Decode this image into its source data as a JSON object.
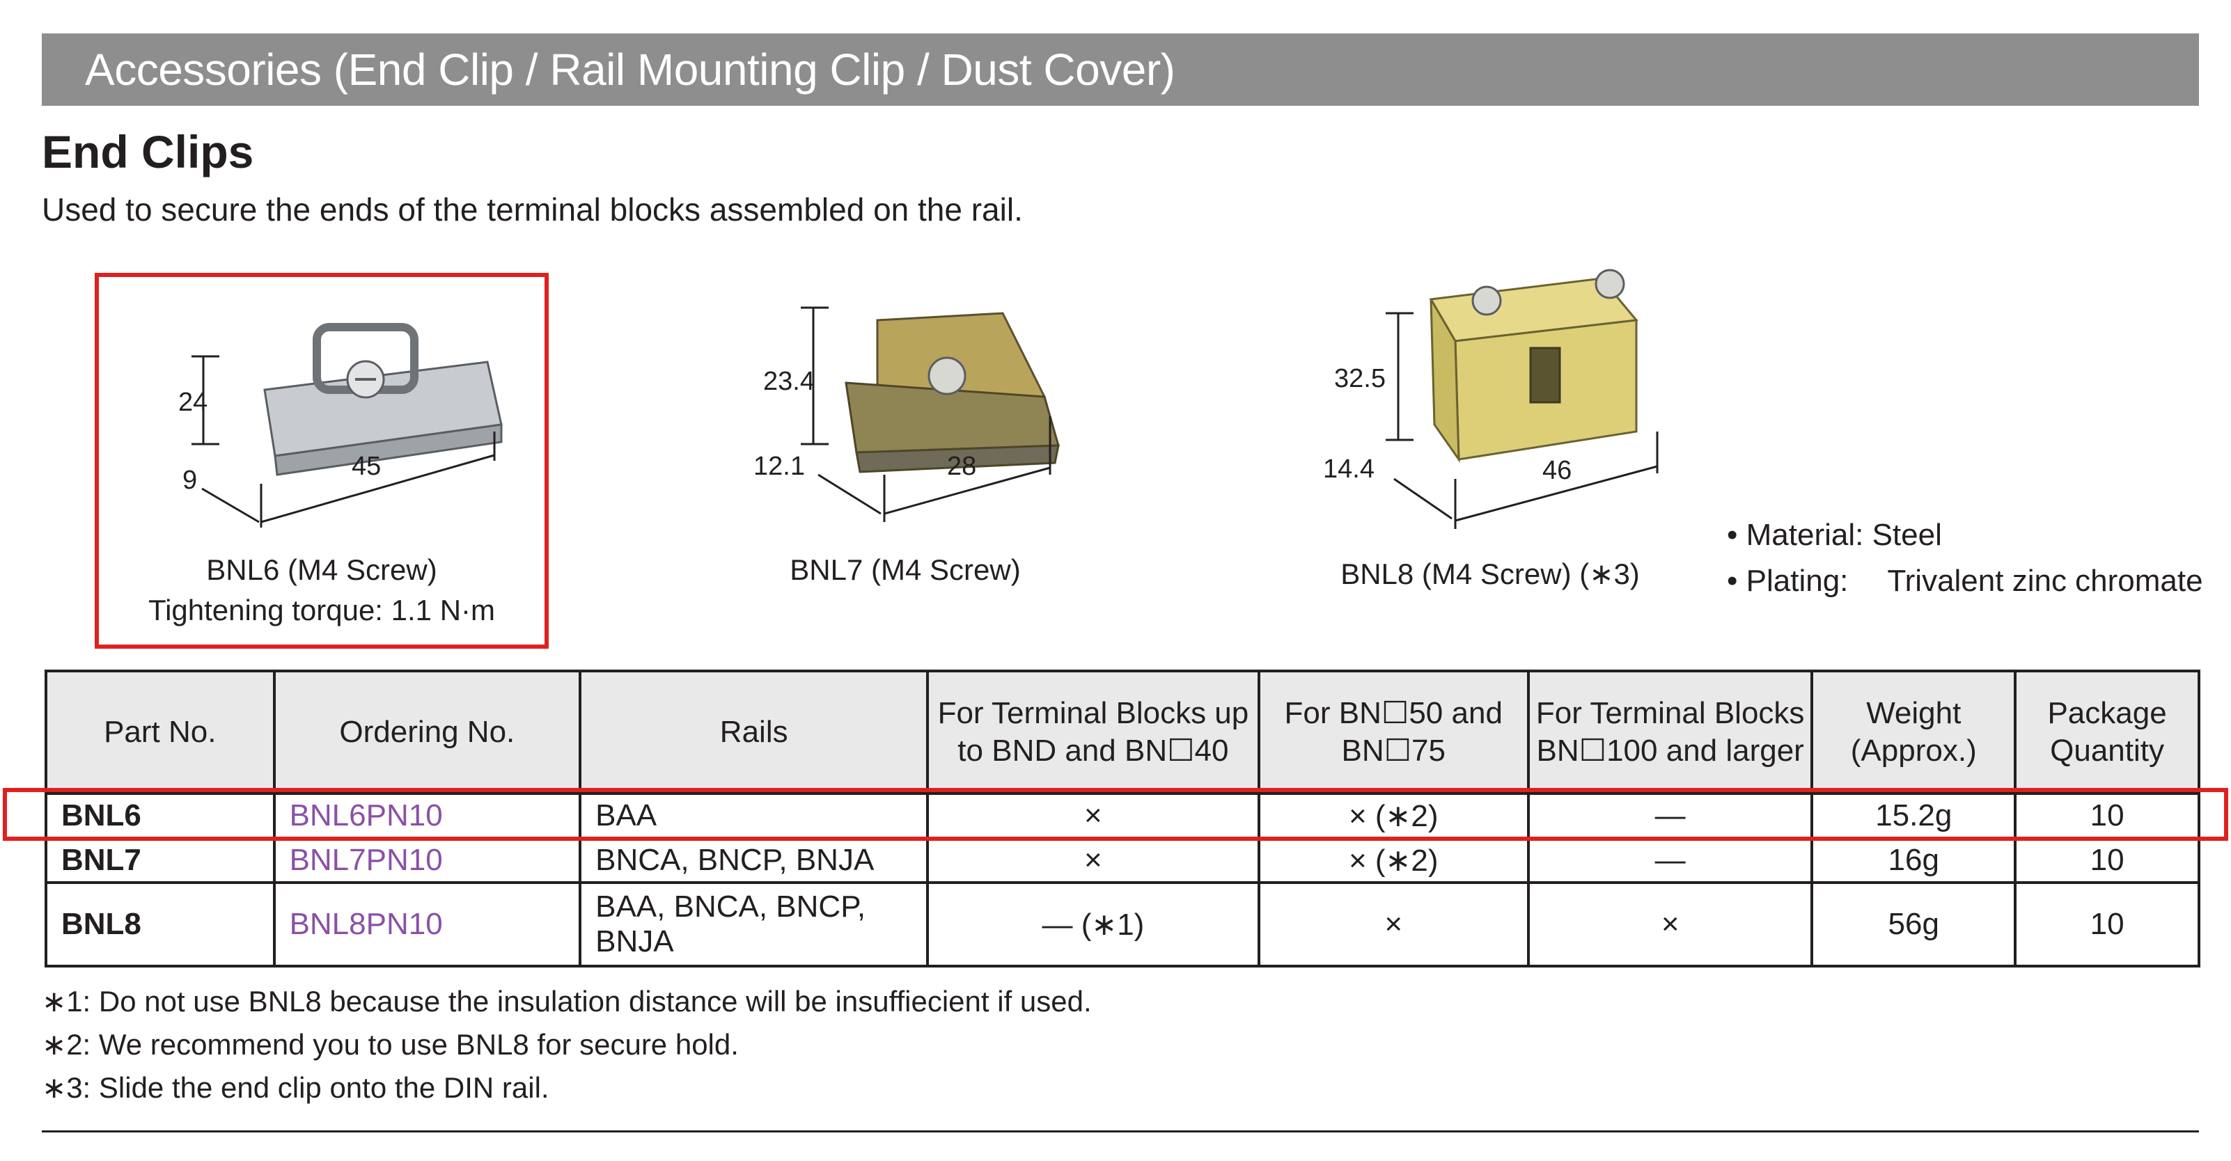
{
  "header": {
    "title": "Accessories (End Clip / Rail Mounting Clip / Dust Cover)"
  },
  "section": {
    "title": "End Clips",
    "description": "Used to secure the ends of the terminal blocks assembled on the rail."
  },
  "products": [
    {
      "caption": "BNL6 (M4 Screw)",
      "caption2": "Tightening torque: 1.1 N·m",
      "dims": {
        "height": "24",
        "depth": "9",
        "width": "45"
      }
    },
    {
      "caption": "BNL7 (M4 Screw)",
      "dims": {
        "height": "23.4",
        "depth": "12.1",
        "width": "28"
      }
    },
    {
      "caption": "BNL8 (M4 Screw) (∗3)",
      "dims": {
        "height": "32.5",
        "depth": "14.4",
        "width": "46"
      }
    }
  ],
  "specs": {
    "material": "• Material: Steel",
    "plating_label": "• Plating:",
    "plating_value": "Trivalent zinc chromate"
  },
  "table": {
    "headers": [
      "Part No.",
      "Ordering No.",
      "Rails",
      "For Terminal Blocks up to BND and BN☐40",
      "For BN☐50 and BN☐75",
      "For Terminal Blocks BN☐100 and larger",
      "Weight (Approx.)",
      "Package Quantity"
    ],
    "rows": [
      [
        "BNL6",
        "BNL6PN10",
        "BAA",
        "×",
        "× (∗2)",
        "—",
        "15.2g",
        "10"
      ],
      [
        "BNL7",
        "BNL7PN10",
        "BNCA, BNCP, BNJA",
        "×",
        "× (∗2)",
        "—",
        "16g",
        "10"
      ],
      [
        "BNL8",
        "BNL8PN10",
        "BAA, BNCA, BNCP, BNJA",
        "— (∗1)",
        "×",
        "×",
        "56g",
        "10"
      ]
    ]
  },
  "notes": [
    "∗1: Do not use BNL8 because the insulation distance will be insuffiecient if used.",
    "∗2: We recommend you to use BNL8 for secure hold.",
    "∗3: Slide the end clip onto the DIN rail."
  ],
  "colors": {
    "banner": "#8e8e8e",
    "highlight": "#e02020",
    "ordering_link": "#8a51a6"
  }
}
